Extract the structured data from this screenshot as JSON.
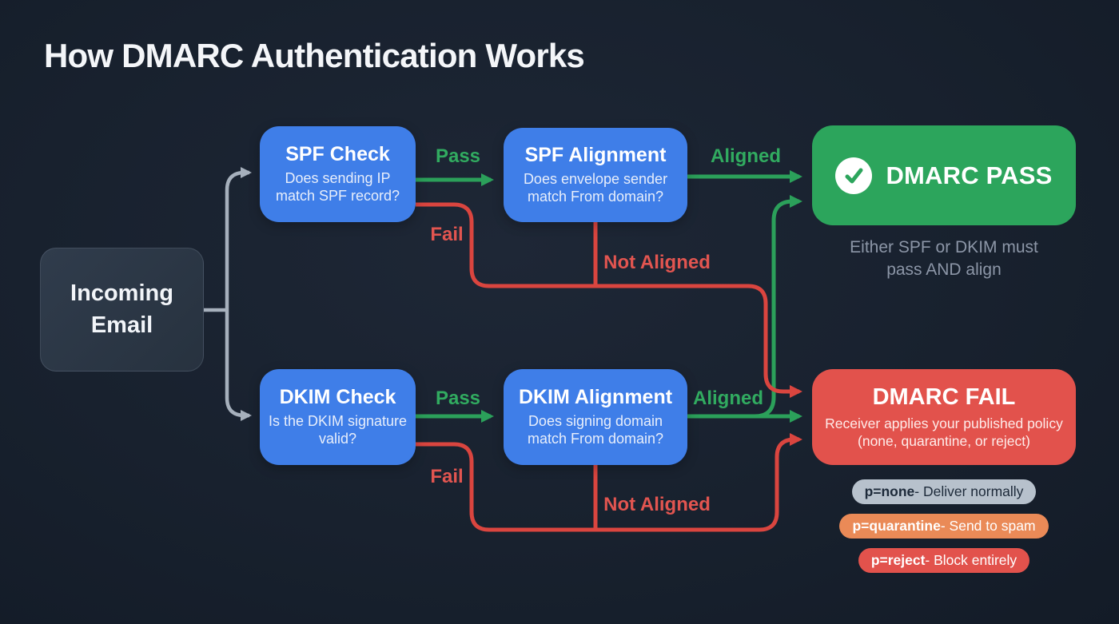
{
  "title": "How DMARC Authentication Works",
  "colors": {
    "background": "#18212e",
    "blue": "#3f7ee8",
    "green": "#2ca55c",
    "green_line": "#2ba05a",
    "red": "#e2524c",
    "red_line": "#da453f",
    "orange": "#ea8a57",
    "gray_line": "#a6b0bc"
  },
  "nodes": {
    "incoming": {
      "title": "Incoming Email"
    },
    "spf_check": {
      "title": "SPF Check",
      "subtitle": "Does sending IP match SPF record?"
    },
    "spf_alignment": {
      "title": "SPF Alignment",
      "subtitle": "Does envelope sender match From domain?"
    },
    "dkim_check": {
      "title": "DKIM Check",
      "subtitle": "Is the DKIM signature valid?"
    },
    "dkim_alignment": {
      "title": "DKIM Alignment",
      "subtitle": "Does signing domain match From domain?"
    },
    "dmarc_pass": {
      "title": "DMARC PASS",
      "icon": "check-circle-icon",
      "note": "Either SPF or DKIM must pass AND align"
    },
    "dmarc_fail": {
      "title": "DMARC FAIL",
      "subtitle": "Receiver applies your published policy (none, quarantine, or reject)"
    }
  },
  "edge_labels": {
    "spf_pass": "Pass",
    "spf_fail": "Fail",
    "spf_aligned": "Aligned",
    "spf_not_aligned": "Not Aligned",
    "dkim_pass": "Pass",
    "dkim_fail": "Fail",
    "dkim_aligned": "Aligned",
    "dkim_not_aligned": "Not Aligned"
  },
  "policies": [
    {
      "key": "p=none",
      "desc": " - Deliver normally"
    },
    {
      "key": "p=quarantine",
      "desc": " - Send to spam"
    },
    {
      "key": "p=reject",
      "desc": " - Block entirely"
    }
  ]
}
